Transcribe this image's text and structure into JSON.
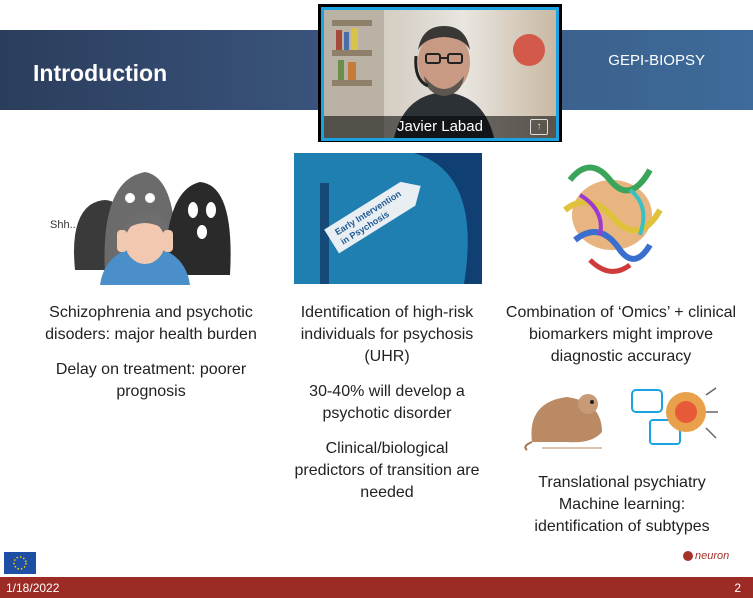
{
  "slide": {
    "title": "Introduction",
    "project": "GEPI-BIOPSY",
    "date": "1/18/2022",
    "page": "2",
    "logo_text": "neuron"
  },
  "video": {
    "participant_name": "Javier Labad",
    "border_color": "#1aa3e0"
  },
  "sign_text": "Early Intervention in Psychosis",
  "sign_small_text": "Shh..",
  "columns": [
    {
      "paragraphs": [
        "Schizophrenia and psychotic disoders: major health burden",
        "Delay on treatment: poorer prognosis"
      ]
    },
    {
      "paragraphs": [
        "Identification of high-risk individuals for psychosis (UHR)",
        "30-40% will develop a psychotic disorder",
        "Clinical/biological predictors of transition are needed"
      ]
    },
    {
      "paragraphs": [
        "Combination of ‘Omics’ + clinical biomarkers might improve diagnostic accuracy",
        "Translational psychiatry Machine learning: identification of subtypes"
      ]
    }
  ]
}
